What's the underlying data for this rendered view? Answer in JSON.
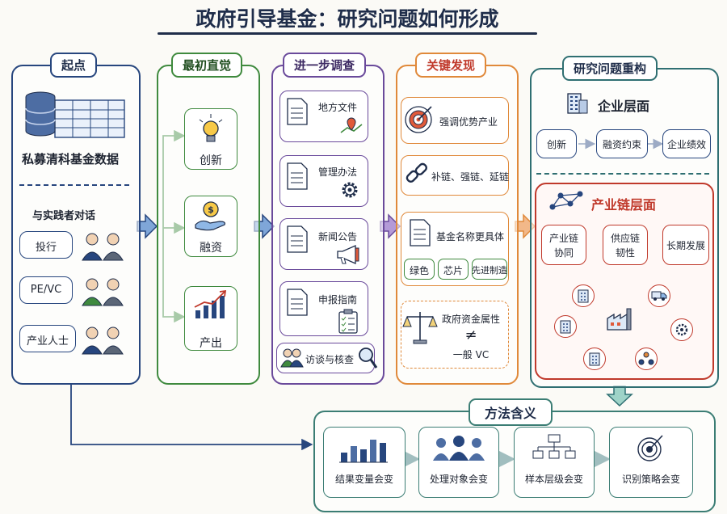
{
  "title": "政府引导基金：研究问题如何形成",
  "colors": {
    "navy": "#27467e",
    "green": "#3f8a3e",
    "purple": "#6a4a9b",
    "orange": "#e0893a",
    "teal": "#2f6f72",
    "red": "#c0392b",
    "method": "#3b7d74"
  },
  "start": {
    "label": "起点",
    "data_label": "私募清科基金数据",
    "dialogue_label": "与实践者对话",
    "speakers": [
      "投行",
      "PE/VC",
      "产业人士"
    ]
  },
  "intuition": {
    "label": "最初直觉",
    "items": [
      {
        "label": "创新",
        "icon": "lightbulb-icon"
      },
      {
        "label": "融资",
        "icon": "money-hand-icon"
      },
      {
        "label": "产出",
        "icon": "growth-chart-icon"
      }
    ]
  },
  "investigation": {
    "label": "进一步调查",
    "items": [
      {
        "label": "地方文件",
        "icon": "map-pin-icon"
      },
      {
        "label": "管理办法",
        "icon": "gear-icon"
      },
      {
        "label": "新闻公告",
        "icon": "megaphone-icon"
      },
      {
        "label": "申报指南",
        "icon": "checklist-icon"
      }
    ],
    "interview_label": "访谈与核查"
  },
  "findings": {
    "label": "关键发现",
    "f1": "强调优势产业",
    "f2": "补链、强链、延链",
    "f3": "基金名称更具体",
    "tags": [
      "绿色",
      "芯片",
      "先进制造"
    ],
    "f4_line1": "政府资金属性",
    "f4_neq": "≠",
    "f4_line2": "一般 VC"
  },
  "reframe": {
    "label": "研究问题重构",
    "firm_label": "企业层面",
    "firm_items": [
      "创新",
      "融资约束",
      "企业绩效"
    ],
    "chain_label": "产业链层面",
    "chain_items": [
      {
        "line1": "产业链",
        "line2": "协同"
      },
      {
        "line1": "供应链",
        "line2": "韧性"
      },
      {
        "line1": "长期发展",
        "line2": ""
      }
    ]
  },
  "method": {
    "label": "方法含义",
    "items": [
      "结果变量会变",
      "处理对象会变",
      "样本层级会变",
      "识别策略会变"
    ]
  }
}
